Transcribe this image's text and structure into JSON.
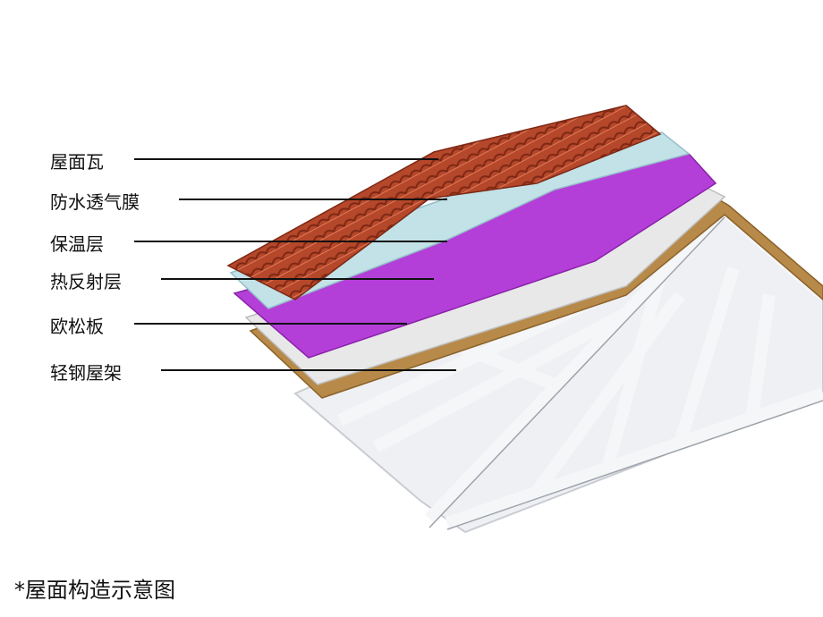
{
  "labels": [
    {
      "text": "屋面瓦",
      "layer": "roof-tile"
    },
    {
      "text": "防水透气膜",
      "layer": "waterproof-breathable-membrane"
    },
    {
      "text": "保温层",
      "layer": "insulation-layer"
    },
    {
      "text": "热反射层",
      "layer": "heat-reflective-layer"
    },
    {
      "text": "欧松板",
      "layer": "osb-board"
    },
    {
      "text": "轻钢屋架",
      "layer": "light-steel-truss"
    }
  ],
  "caption": "*屋面构造示意图",
  "colors": {
    "tile": "#b5472a",
    "membrane": "#bfe0e6",
    "insulation": "#b43fd8",
    "reflective": "#e8e8e8",
    "osb": "#b88a4a",
    "truss": "#e4e6ea"
  }
}
